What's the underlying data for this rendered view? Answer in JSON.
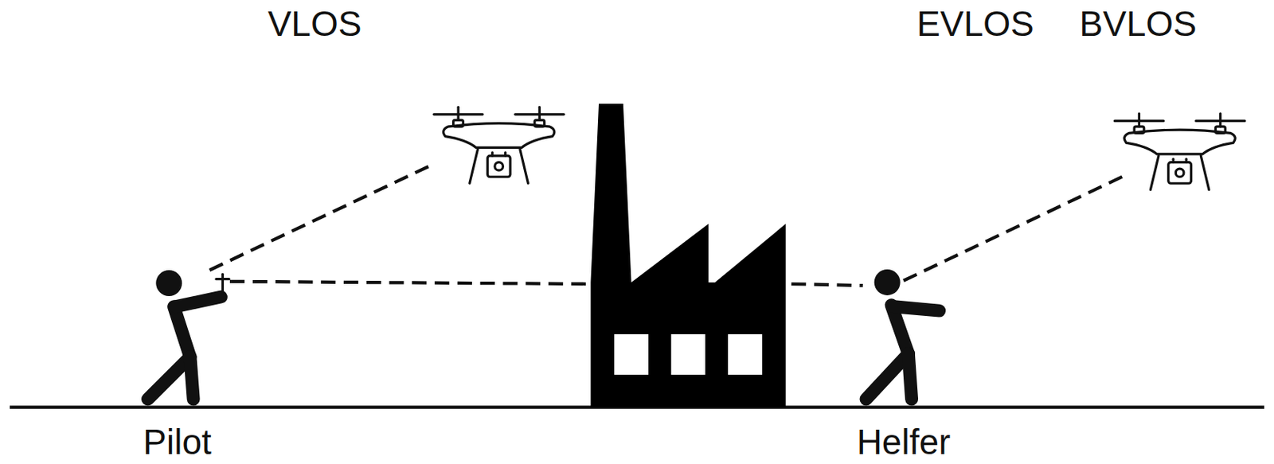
{
  "diagram": {
    "labels": [
      "VLOS",
      "EVLOS",
      "BVLOS",
      "Pilot",
      "Helfer"
    ]
  }
}
